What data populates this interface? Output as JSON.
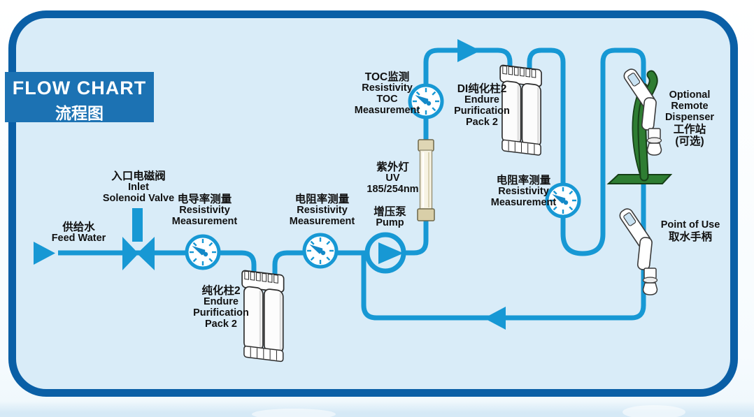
{
  "title": {
    "line1": "FLOW CHART",
    "line2": "流程图"
  },
  "colors": {
    "frame_border": "#0a5fa6",
    "panel_background": "#d9ecf8",
    "pipe_blue": "#1798d4",
    "title_background": "#1c72b3",
    "dispenser_green": "#2e7d32",
    "uv_cap_beige": "#dfd6b4",
    "label_text": "#111111"
  },
  "labels": {
    "feed_water": {
      "lines": [
        "供给水",
        "Feed Water"
      ]
    },
    "inlet_valve": {
      "lines": [
        "入口电磁阀",
        "Inlet",
        "Solenoid Valve"
      ]
    },
    "conductivity_meas": {
      "lines": [
        "电导率测量",
        "Resistivity",
        "Measurement"
      ]
    },
    "pack1": {
      "lines": [
        "纯化柱2",
        "Endure",
        "Purification",
        "Pack 2"
      ]
    },
    "resistivity_meas1": {
      "lines": [
        "电阻率测量",
        "Resistivity",
        "Measurement"
      ]
    },
    "uv_lamp": {
      "lines": [
        "紫外灯",
        "UV",
        "185/254nm"
      ]
    },
    "pump": {
      "lines": [
        "增压泵",
        "Pump"
      ]
    },
    "toc_meas": {
      "lines": [
        "TOC监测",
        "Resistivity",
        "TOC",
        "Measurement"
      ]
    },
    "di_pack": {
      "lines": [
        "DI纯化柱2",
        "Endure",
        "Purification",
        "Pack 2"
      ]
    },
    "resistivity_meas2": {
      "lines": [
        "电阻率测量",
        "Resistivity",
        "Measurement"
      ]
    },
    "remote_dispenser": {
      "lines": [
        "Optional",
        "Remote",
        "Dispenser",
        "工作站",
        "(可选)"
      ]
    },
    "point_of_use": {
      "lines": [
        "Point of Use",
        "取水手柄"
      ]
    }
  },
  "icons": {
    "feed_arrow": "right-arrow",
    "inlet_valve": "solenoid-valve",
    "gauges": "dial-gauge",
    "pump": "circle-pump",
    "uv_lamp": "uv-tube",
    "packs": "purification-cartridge",
    "dispenser": "spray-handle"
  }
}
